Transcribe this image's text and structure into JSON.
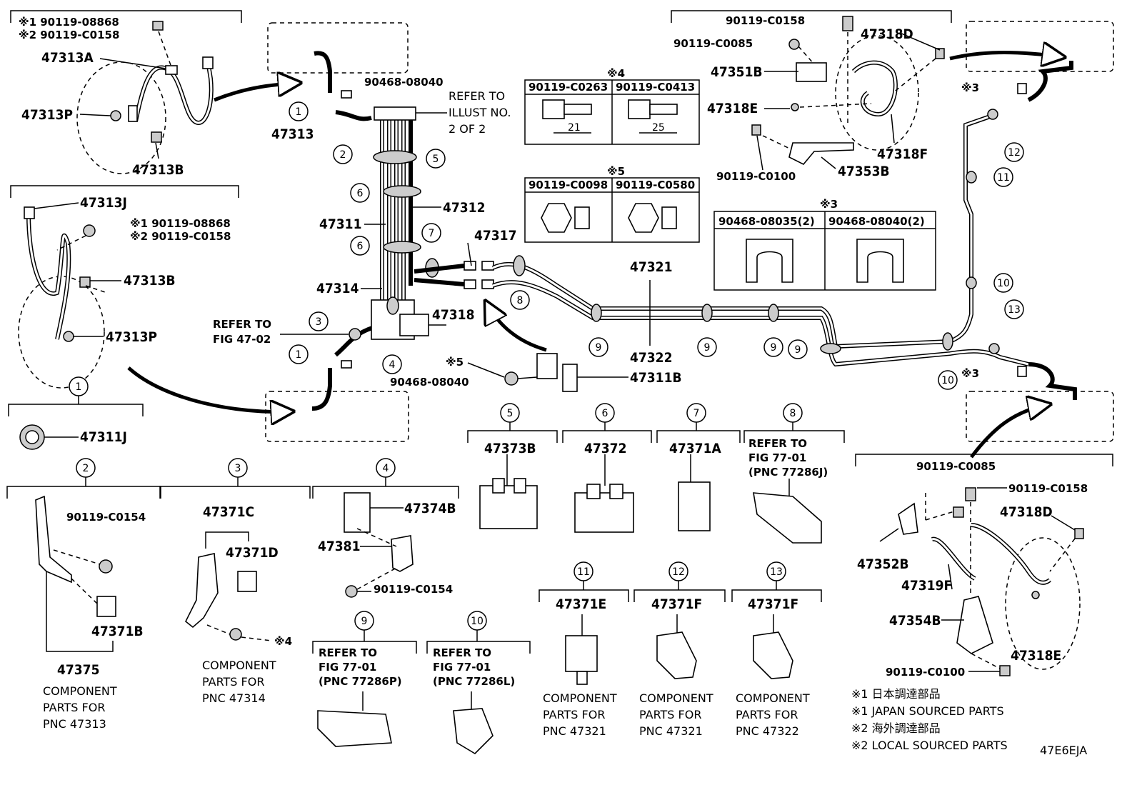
{
  "diagram_id": "47E6EJA",
  "callouts": {
    "c1": "1",
    "c2": "2",
    "c3": "3",
    "c4": "4",
    "c5": "5",
    "c6": "6",
    "c7": "7",
    "c8": "8",
    "c9": "9",
    "c10": "10",
    "c11": "11",
    "c12": "12",
    "c13": "13"
  },
  "top_left": {
    "bolt1": "※1 90119-08868",
    "bolt2": "※2 90119-C0158",
    "hose": "47313A",
    "nut": "47313P",
    "bolt": "47313B"
  },
  "mid_left": {
    "hose": "47313J",
    "bolt1": "※1 90119-08868",
    "bolt2": "※2 90119-C0158",
    "bolt": "47313B",
    "nut": "47313P"
  },
  "grommet": "47311J",
  "center": {
    "clip_a": "90468-08040",
    "refer1": "REFER TO",
    "refer2": "ILLUST NO.",
    "refer3": "2 OF 2",
    "p47313": "47313",
    "p47312": "47312",
    "p47311": "47311",
    "p47317": "47317",
    "p47314": "47314",
    "p47318": "47318",
    "p47321": "47321",
    "p47322": "47322",
    "refer_fig1": "REFER TO",
    "refer_fig2": "FIG 47-02",
    "clip_b": "90468-08040",
    "x5": "※5",
    "p47311B": "47311B"
  },
  "box4": {
    "title": "※4",
    "left_pn": "90119-C0263",
    "right_pn": "90119-C0413",
    "left_dim": "21",
    "right_dim": "25"
  },
  "box5": {
    "title": "※5",
    "left_pn": "90119-C0098",
    "right_pn": "90119-C0580"
  },
  "box3": {
    "title": "※3",
    "left_pn": "90468-08035(2)",
    "right_pn": "90468-08040(2)"
  },
  "top_right": {
    "bolt_top": "90119-C0158",
    "bolt_a": "90119-C0085",
    "hose": "47318D",
    "bracket": "47351B",
    "clip": "47318E",
    "bolt_b": "90119-C0100",
    "hose_f": "47318F",
    "bracket_b": "47353B",
    "x3": "※3"
  },
  "bottom_right": {
    "bolt_a": "90119-C0085",
    "bolt_b": "90119-C0158",
    "hose": "47318D",
    "bracket": "47352B",
    "hose_f": "47319F",
    "bracket_b": "47354B",
    "clip": "47318E",
    "bolt_c": "90119-C0100",
    "x3": "※3"
  },
  "group2": {
    "bolt": "90119-C0154",
    "clip": "47371B",
    "assy": "47375",
    "c1": "COMPONENT",
    "c2": "PARTS FOR",
    "c3": "PNC 47313"
  },
  "group3": {
    "clip_c": "47371C",
    "clip_d": "47371D",
    "x4": "※4",
    "c1": "COMPONENT",
    "c2": "PARTS FOR",
    "c3": "PNC 47314"
  },
  "group4": {
    "clip": "47374B",
    "bracket": "47381",
    "bolt": "90119-C0154"
  },
  "group5": {
    "clamp": "47373B"
  },
  "group6": {
    "clamp": "47372"
  },
  "group7": {
    "clamp": "47371A"
  },
  "group8": {
    "r1": "REFER TO",
    "r2": "FIG 77-01",
    "r3": "(PNC 77286J)"
  },
  "group9": {
    "r1": "REFER TO",
    "r2": "FIG 77-01",
    "r3": "(PNC 77286P)"
  },
  "group10": {
    "r1": "REFER TO",
    "r2": "FIG 77-01",
    "r3": "(PNC 77286L)"
  },
  "group11": {
    "clamp": "47371E",
    "c1": "COMPONENT",
    "c2": "PARTS FOR",
    "c3": "PNC 47321"
  },
  "group12": {
    "clamp": "47371F",
    "c1": "COMPONENT",
    "c2": "PARTS FOR",
    "c3": "PNC 47321"
  },
  "group13": {
    "clamp": "47371F",
    "c1": "COMPONENT",
    "c2": "PARTS FOR",
    "c3": "PNC 47322"
  },
  "legend": {
    "l1": "※1 日本調達部品",
    "l2": "※1 JAPAN SOURCED PARTS",
    "l3": "※2 海外調達部品",
    "l4": "※2 LOCAL SOURCED PARTS"
  }
}
